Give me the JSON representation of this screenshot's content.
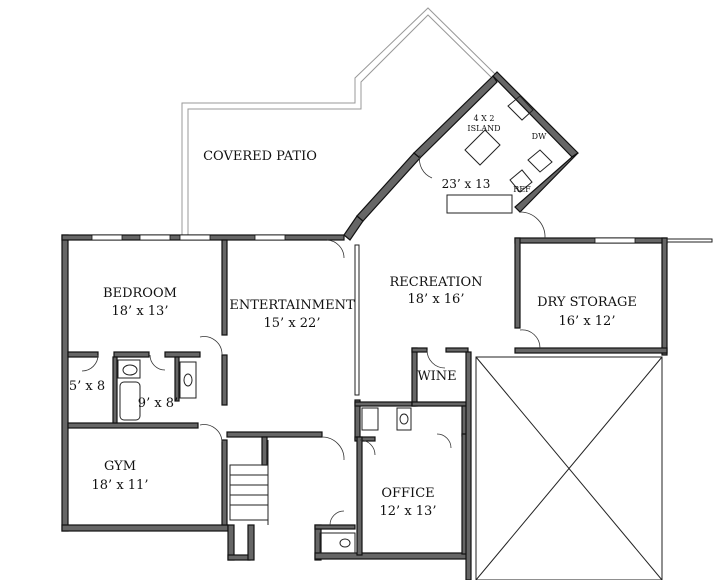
{
  "rooms": {
    "patio": {
      "name": "COVERED PATIO"
    },
    "kitchen": {
      "size": "23’ x 13",
      "island_size": "4 X 2",
      "island": "ISLAND",
      "dw": "DW",
      "ref": "REF"
    },
    "bedroom": {
      "name": "BEDROOM",
      "size": "18’ x 13’"
    },
    "entertainment": {
      "name": "ENTERTAINMENT",
      "size": "15’ x 22’"
    },
    "recreation": {
      "name": "RECREATION",
      "size": "18’ x 16’"
    },
    "dry_storage": {
      "name": "DRY STORAGE",
      "size": "16’ x 12’"
    },
    "closet": {
      "size": "5’ x 8"
    },
    "bath": {
      "size": "9’ x 8’"
    },
    "wine": {
      "name": "WINE"
    },
    "gym": {
      "name": "GYM",
      "size": "18’ x 11’"
    },
    "office": {
      "name": "OFFICE",
      "size": "12’ x 13’"
    }
  },
  "colors": {
    "wall": "#666666",
    "outline": "#111111",
    "patio_line": "#999999"
  }
}
